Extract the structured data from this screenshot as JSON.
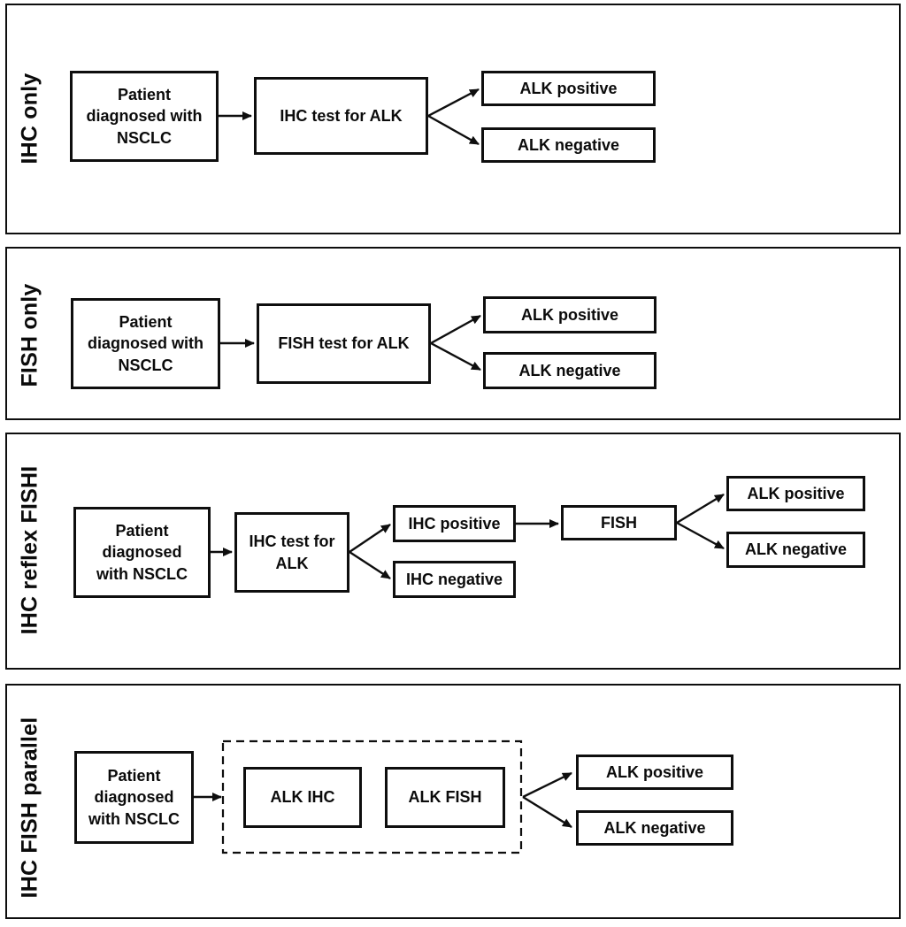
{
  "figure": {
    "background_color": "#ffffff",
    "line_color": "#0e0e0e",
    "description": "Four ALK testing strategy flowcharts for NSCLC patients"
  },
  "panels": [
    {
      "label": "IHC only",
      "nodes": {
        "patient": "Patient\ndiagnosed with\nNSCLC",
        "test": "IHC test for ALK",
        "alk_positive": "ALK positive",
        "alk_negative": "ALK negative"
      }
    },
    {
      "label": "FISH only",
      "nodes": {
        "patient": "Patient\ndiagnosed with\nNSCLC",
        "test": "FISH test for ALK",
        "alk_positive": "ALK positive",
        "alk_negative": "ALK negative"
      }
    },
    {
      "label": "IHC reflex FISHI",
      "nodes": {
        "patient": "Patient\ndiagnosed\nwith NSCLC",
        "test": "IHC test for\nALK",
        "ihc_positive": "IHC positive",
        "ihc_negative": "IHC negative",
        "fish": "FISH",
        "alk_positive": "ALK positive",
        "alk_negative": "ALK negative"
      }
    },
    {
      "label": "IHC FISH parallel",
      "nodes": {
        "patient": "Patient\ndiagnosed\nwith NSCLC",
        "alk_ihc": "ALK IHC",
        "alk_fish": "ALK FISH",
        "alk_positive": "ALK positive",
        "alk_negative": "ALK negative"
      }
    }
  ]
}
